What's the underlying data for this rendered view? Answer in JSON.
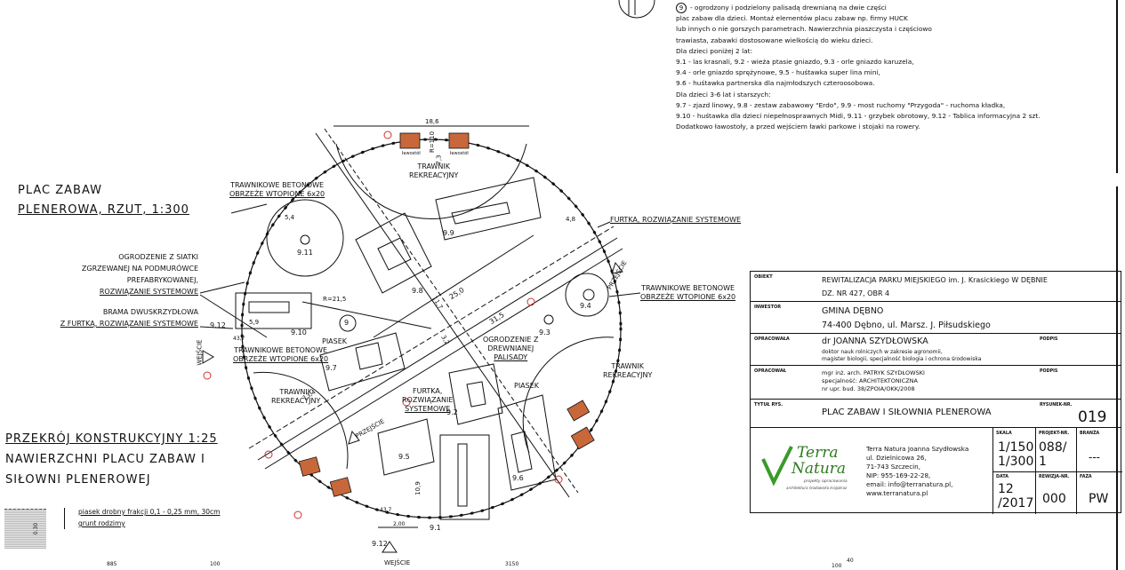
{
  "left_titles": {
    "plan_title_1": "PLAC ZABAW",
    "plan_title_2": "PLENEROWA, RZUT, 1:300",
    "section_title_1": "PRZEKRÓJ KONSTRUKCYJNY 1:25",
    "section_title_2": "NAWIERZCHNI PLACU ZABAW I",
    "section_title_3": "SIŁOWNI PLENEROWEJ"
  },
  "section_legend": {
    "dim": "0.30",
    "layer_1": "piasek drobny frakcji 0,1 - 0,25 mm, 30cm",
    "layer_2": "grunt rodzimy",
    "bottom_dims": [
      "885",
      "100",
      "3150",
      "100",
      "40"
    ]
  },
  "note_lines": [
    "- ogrodzony i podzielony palisadą drewnianą na dwie części",
    "plac zabaw dla dzieci. Montaż elementów placu zabaw np. firmy HUCK",
    "lub innych o nie gorszych parametrach. Nawierzchnia piaszczysta i częściowo",
    "trawiasta, zabawki dostosowane wielkością do wieku dzieci.",
    "Dla dzieci poniżej 2 lat:",
    "9.1 - las krasnali, 9.2 - wieża ptasie gniazdo, 9.3 - orle gniazdo karuzela,",
    "9.4 - orle gniazdo sprężynowe, 9.5 - huśtawka super lina mini,",
    "9.6 - huśtawka partnerska dla najmłodszych czteroosobowa.",
    "Dla dzieci 3-6 lat i starszych:",
    "9.7 - zjazd linowy, 9.8 - zestaw zabawowy \"Erdo\", 9.9 - most ruchomy \"Przygoda\" - ruchoma kładka,",
    "9.10 - huśtawka dla dzieci niepełnosprawnych Midi, 9.11 - grzybek obrotowy, 9.12 - Tablica informacyjna 2 szt.",
    "Dodatkowo ławostoły, a przed wejściem ławki parkowe i stojaki na rowery."
  ],
  "note_number": "9",
  "plan_labels": {
    "fence_1": "OGRODZENIE Z SIATKI",
    "fence_2": "ZGRZEWANEJ NA PODMURÓWCE",
    "fence_3": "PREFABRYKOWANEJ,",
    "fence_4": "ROZWIĄZANIE SYSTEMOWE",
    "gate_1": "BRAMA DWUSKRZYDŁOWA",
    "gate_2": "Z FURTKĄ, ROZWIĄZANIE SYSTEMOWE",
    "curb_top_1": "TRAWNIKOWE BETONOWE",
    "curb_top_2": "OBRZEŻE WTOPIONE 6x20",
    "curb_right_1": "TRAWNIKOWE BETONOWE",
    "curb_right_2": "OBRZEŻE WTOPIONE 6x20",
    "curb_left_1": "TRAWNIKOWE BETONOWE",
    "curb_left_2": "OBRZEŻE WTOPIONE 6x20",
    "wicket_right": "FURTKA, ROZWIĄZANIE SYSTEMOWE",
    "wicket_center_1": "FURTKA,",
    "wicket_center_2": "ROZWIĄZANIE",
    "wicket_center_3": "SYSTEMOWE",
    "palisade_1": "OGRODZENIE Z",
    "palisade_2": "DREWNIANEJ",
    "palisade_3": "PALISADY",
    "lawn_top_1": "TRAWNIK",
    "lawn_top_2": "REKREACYJNY",
    "lawn_left_1": "TRAWNIK",
    "lawn_left_2": "REKREACYJNY",
    "lawn_right_1": "TRAWNIK",
    "lawn_right_2": "REKREACYJNY",
    "sand_1": "PIASEK",
    "sand_2": "PIASEK",
    "entrance": "WEJŚCIE",
    "exit": "PRZEJŚCIE",
    "bench": "ławostół",
    "dims": {
      "d186": "18,6",
      "r110": "R=110",
      "d73": "7,3",
      "d54": "5,4",
      "d48": "4,8",
      "d250": "25,0",
      "d315": "31,5",
      "r215": "R=21,5",
      "d117": "11,7",
      "d59": "5,9",
      "d134": "13,4",
      "d109": "10,9",
      "d200": "2,00",
      "d437": "43,7",
      "d32": "3,2"
    },
    "items": [
      "9.1",
      "9.2",
      "9.3",
      "9.4",
      "9.5",
      "9.6",
      "9.7",
      "9.8",
      "9.9",
      "9.10",
      "9.11",
      "9.12"
    ]
  },
  "title_block": {
    "object_key": "OBIEKT",
    "object_1": "REWITALIZACJA PARKU MIEJSKIEGO im. J. Krasickiego W DĘBNIE",
    "object_2": "DZ. NR 427, OBR 4",
    "investor_key": "INWESTOR",
    "investor_1": "GMINA DĘBNO",
    "investor_2": "74-400 Dębno, ul. Marsz. J. Piłsudskiego",
    "prepared_key": "OPRACOWAŁA",
    "prepared_name": "dr JOANNA SZYDŁOWSKA",
    "prepared_desc_1": "doktor nauk rolniczych w zakresie agronomii,",
    "prepared_desc_2": "magister biologii, specjalność biologia i ochrona środowiska",
    "sign_1": "PODPIS",
    "coop_key": "OPRACOWAŁ",
    "coop_1": "mgr inż. arch. PATRYK SZYDŁOWSKI",
    "coop_2": "specjalność: ARCHITEKTONICZNA",
    "coop_3": "nr upr. bud. 38/ZPOIA/OKK/2008",
    "sign_2": "PODPIS",
    "drawing_key": "TYTUŁ RYS.",
    "drawing_title": "PLAC ZABAW I SIŁOWNIA PLENEROWA",
    "drawing_no_key": "RYSUNEK-NR.",
    "drawing_no": "019",
    "company_1": "Terra Natura Joanna Szydłowska",
    "company_2": "ul. Dzielnicowa 26,",
    "company_3": "71-743 Szczecin,",
    "company_4": "NIP: 955-169-22-28,",
    "company_5": "email: info@terranatura.pl,",
    "company_6": "www.terranatura.pl",
    "logo_1": "Terra",
    "logo_2": "Natura",
    "logo_3": "projekty opracowania",
    "logo_4": "architektura środowisko krajobraz",
    "scale_key": "SKALA",
    "scale_1": "1/150",
    "scale_2": "1/300",
    "project_key": "PROJEKT-NR.",
    "project_no_1": "088/",
    "project_no_2": "1",
    "branch_key": "BRANŻA",
    "branch": "---",
    "date_key": "DATA",
    "date_1": "12",
    "date_2": "/2017",
    "rev_key": "REWIZJA-NR.",
    "rev": "000",
    "phase_key": "FAZA",
    "phase": "PW"
  },
  "colors": {
    "bench": "#c8683a",
    "red_marker": "#d03030",
    "logo_green": "#3a9a2a"
  }
}
